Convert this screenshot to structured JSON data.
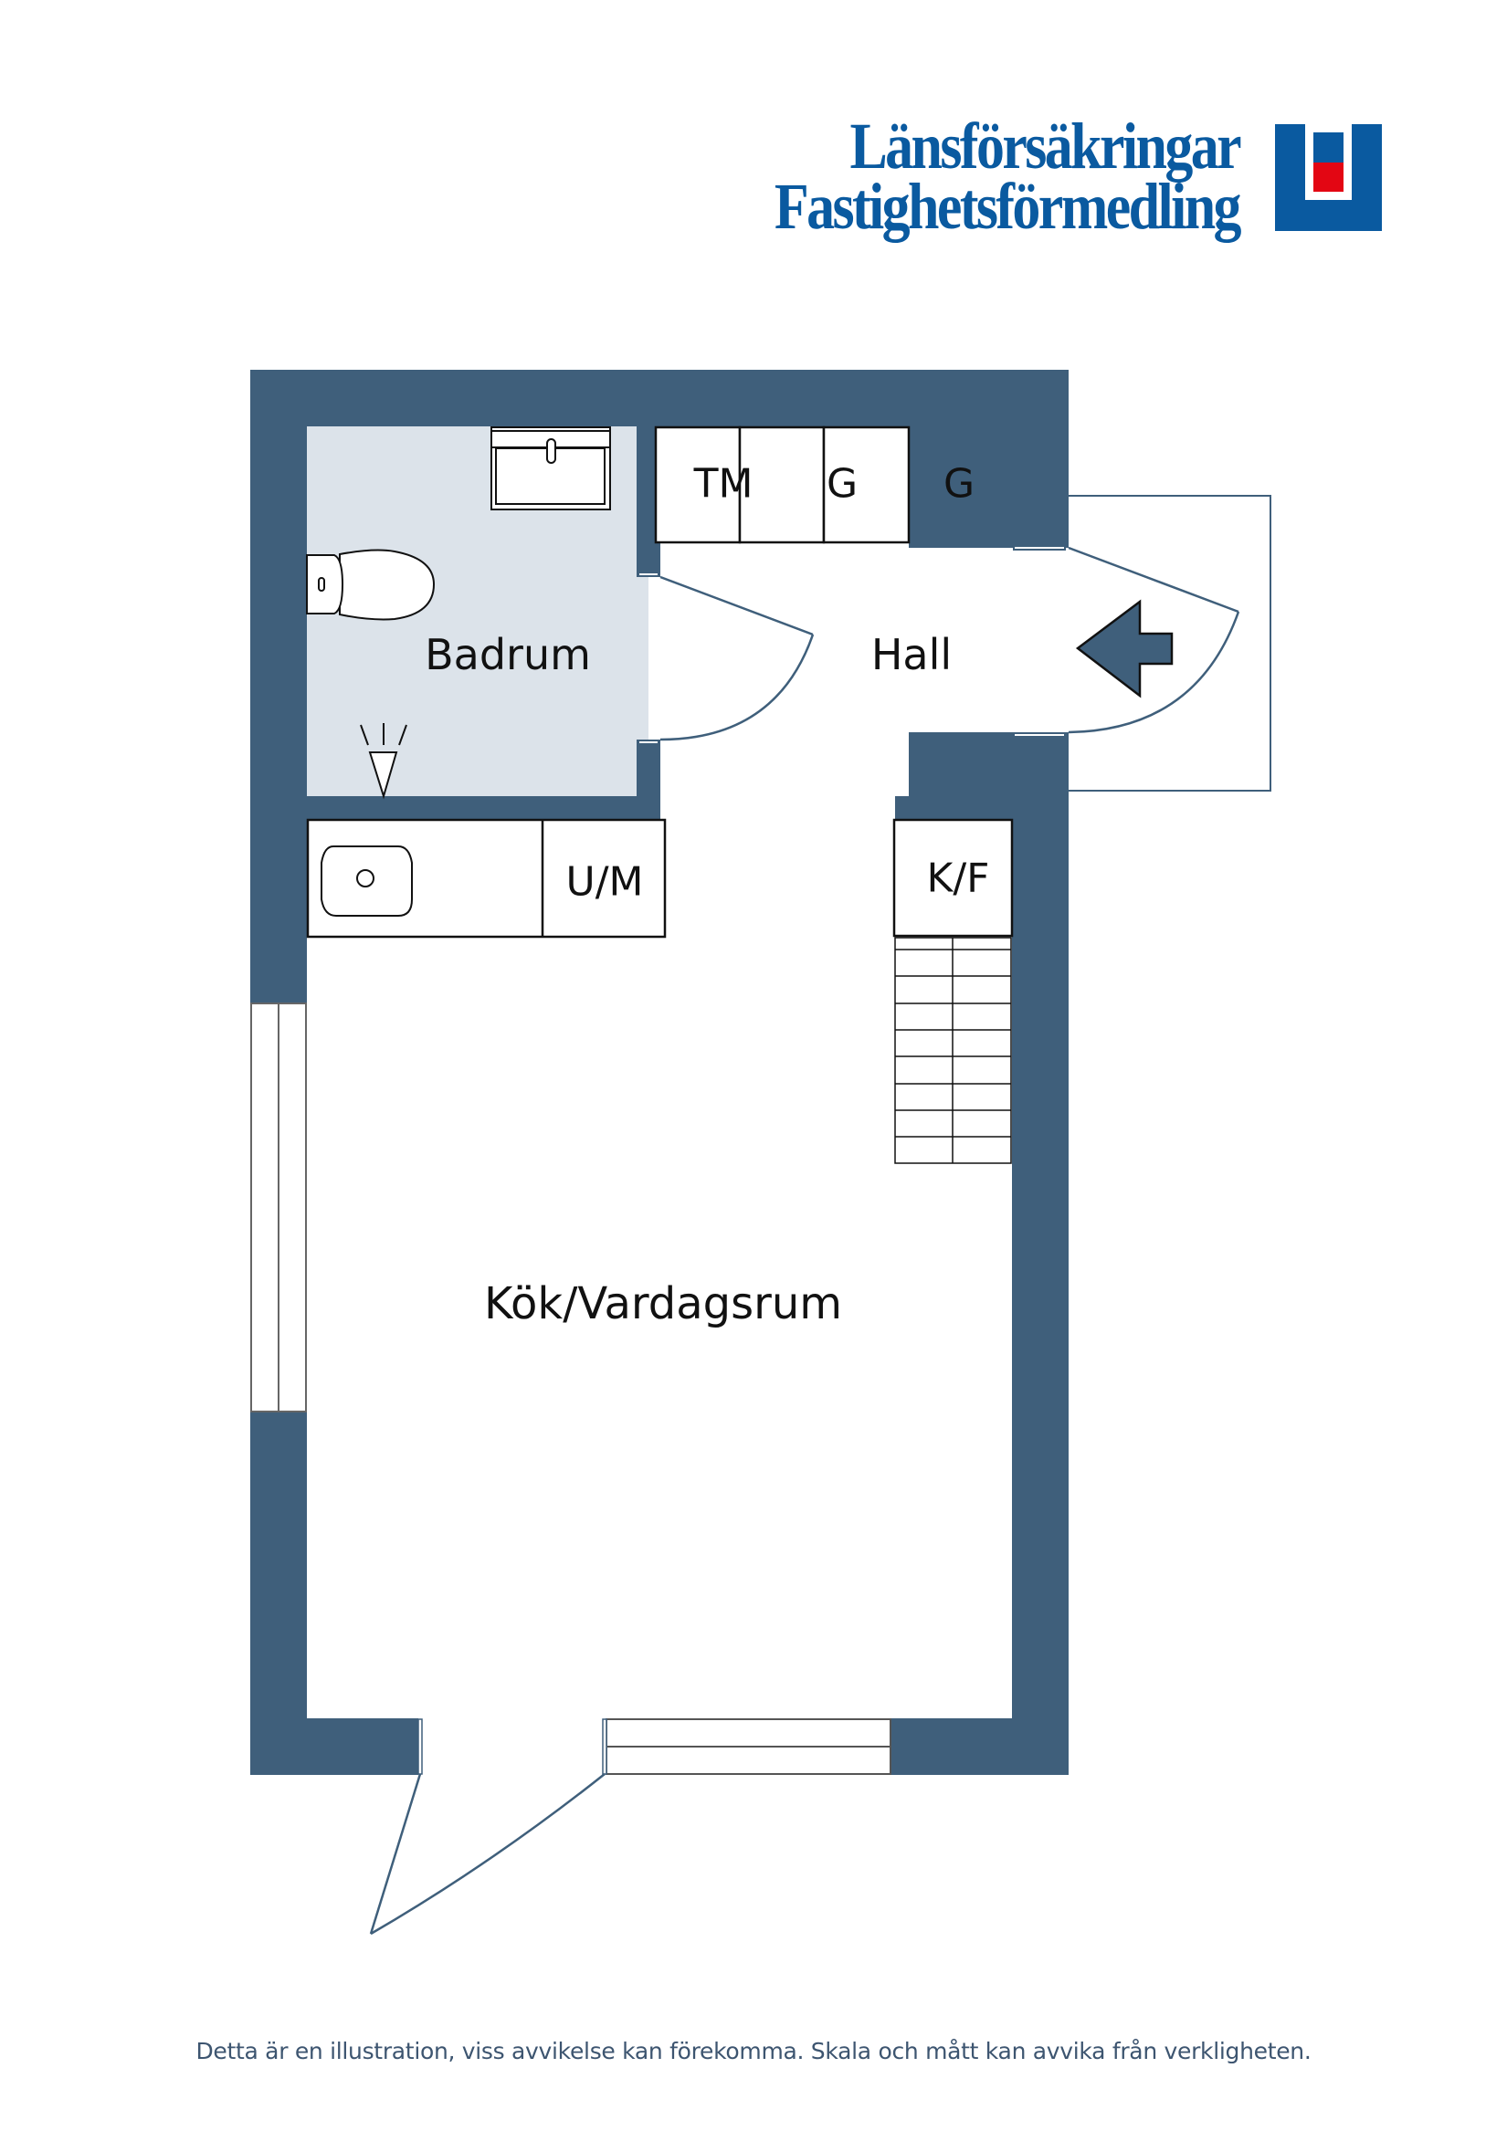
{
  "logo": {
    "line1": "Länsförsäkringar",
    "line2": "Fastighetsförmedling",
    "brand_color": "#0a5aa0",
    "accent_color": "#e30613"
  },
  "colors": {
    "wall": "#3f5f7b",
    "bathroom_floor": "#dce3ea",
    "outline": "#111111",
    "door_line": "#3f5f7b"
  },
  "rooms": {
    "bathroom": "Badrum",
    "hall": "Hall",
    "kitchen_living": "Kök/Vardagsrum"
  },
  "fixtures": {
    "closet_1": "TM",
    "closet_2": "G",
    "closet_3": "G",
    "washer_dryer": "U/M",
    "fridge_freezer": "K/F"
  },
  "symbols": [
    "toilet-icon",
    "sink-icon",
    "shower-icon",
    "kitchen-sink-icon",
    "entrance-arrow-icon",
    "stairs"
  ],
  "stairs": {
    "steps": 9
  },
  "footer": {
    "disclaimer": "Detta är en illustration, viss avvikelse kan förekomma. Skala och mått kan avvika från verkligheten."
  }
}
